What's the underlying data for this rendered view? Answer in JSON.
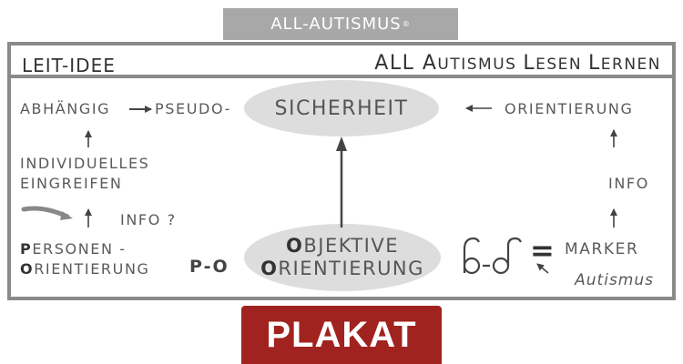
{
  "logo": {
    "text": "ALL-AUTISMUS",
    "mark": "®"
  },
  "header": {
    "left_label": "LEIT-IDEE",
    "title_parts": [
      {
        "big": "ALL ",
        "small": ""
      },
      {
        "big": "A",
        "small": "UTISMUS "
      },
      {
        "big": "L",
        "small": "ESEN "
      },
      {
        "big": "L",
        "small": "ERNEN"
      }
    ]
  },
  "nodes": {
    "abhaengig": "ABHÄNGIG",
    "pseudo": "PSEUDO-",
    "sicherheit": "SICHERHEIT",
    "orientierung_right": "ORIENTIERUNG",
    "individuelles_1": "INDIVIDUELLES",
    "individuelles_2": "EINGREIFEN",
    "info_q": "INFO ?",
    "info_right": "INFO",
    "personen_1_bold": "P",
    "personen_1_rest": "ERSONEN -",
    "personen_2_bold": "O",
    "personen_2_rest": "RIENTIERUNG",
    "po": "P-O",
    "objektive_bold": "O",
    "objektive_rest": "BJEKTIVE",
    "orientierung_bold": "O",
    "orientierung_rest": "RIENTIERUNG",
    "marker": "MARKER",
    "equals": "=",
    "autismus": "Autismus"
  },
  "footer": {
    "label": "PLAKAT"
  },
  "colors": {
    "accent": "#a0231f",
    "frame": "#8a8a8a",
    "ellipse": "#dddddd",
    "logo_bg": "#a8a8a8"
  }
}
